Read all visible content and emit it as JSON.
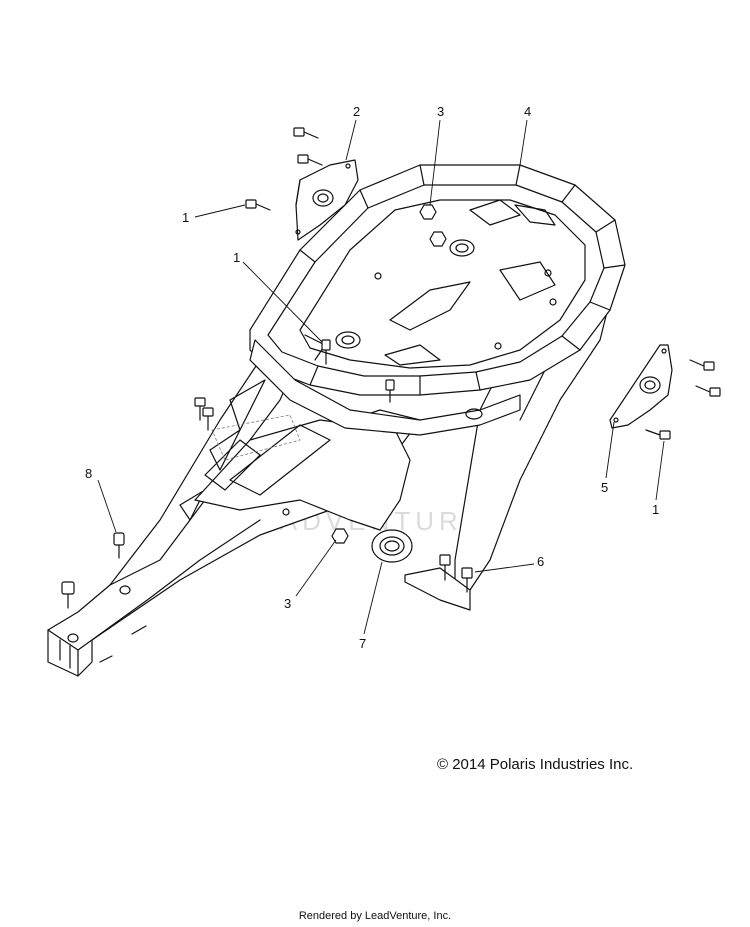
{
  "callouts": [
    {
      "id": "c1a",
      "text": "1"
    },
    {
      "id": "c2",
      "text": "2"
    },
    {
      "id": "c3a",
      "text": "3"
    },
    {
      "id": "c4",
      "text": "4"
    },
    {
      "id": "c1b",
      "text": "1"
    },
    {
      "id": "c8",
      "text": "8"
    },
    {
      "id": "c5",
      "text": "5"
    },
    {
      "id": "c1c",
      "text": "1"
    },
    {
      "id": "c6",
      "text": "6"
    },
    {
      "id": "c3b",
      "text": "3"
    },
    {
      "id": "c7",
      "text": "7"
    }
  ],
  "copyright": "© 2014 Polaris Industries Inc.",
  "rendered_by": "Rendered by LeadVenture, Inc.",
  "watermark": "LEADVENTURE",
  "colors": {
    "line": "#111111",
    "background": "#ffffff",
    "watermark": "#d8d8d8"
  }
}
